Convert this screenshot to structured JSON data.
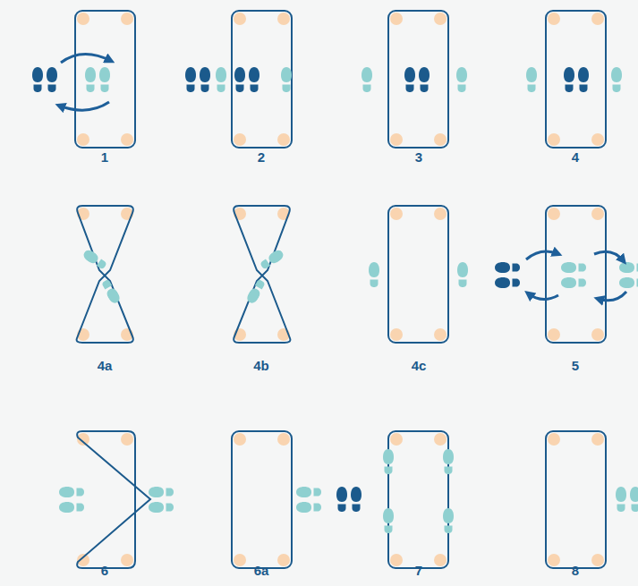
{
  "diagram": {
    "labels": [
      "1",
      "2",
      "3",
      "4",
      "4a",
      "4b",
      "4c",
      "5",
      "6",
      "6a",
      "7",
      "8"
    ]
  }
}
